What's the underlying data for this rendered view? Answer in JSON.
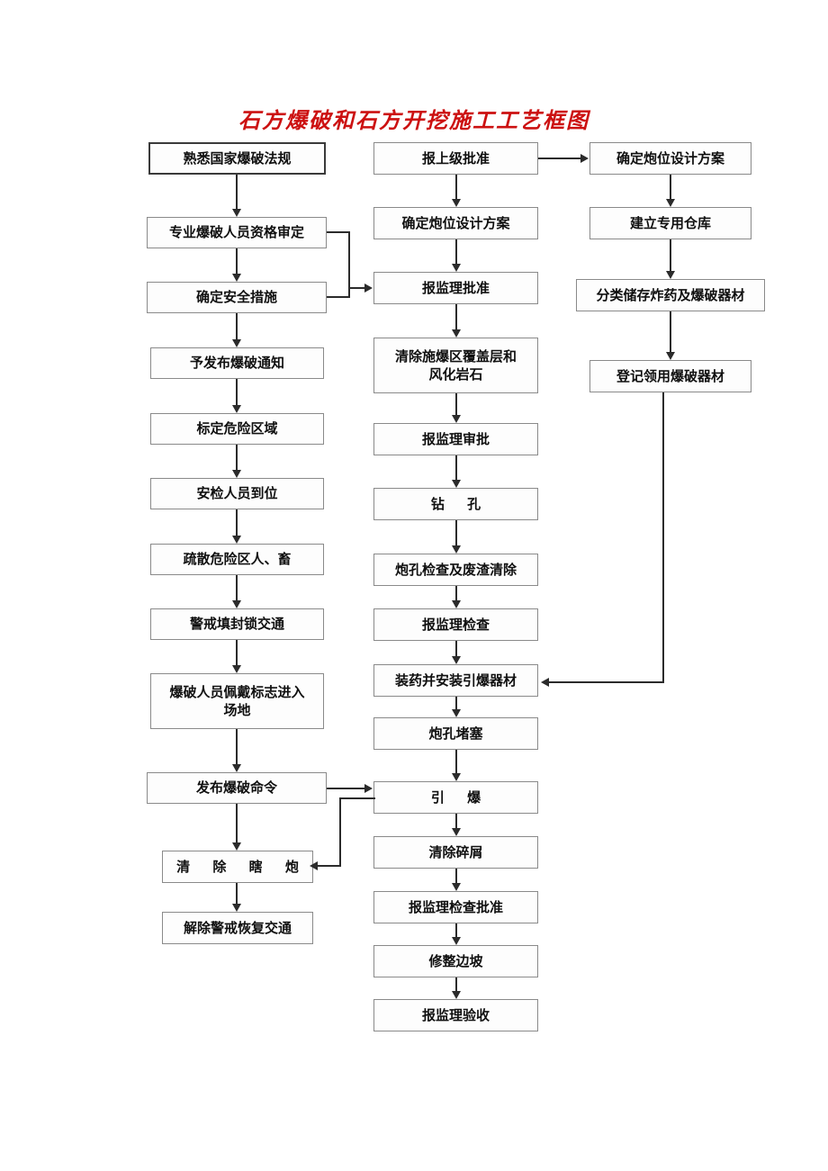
{
  "title": "石方爆破和石方开挖施工工艺框图",
  "accent_color": "#cc1111",
  "box_border_color": "#8a8a8a",
  "line_color": "#2b2b2b",
  "columns": {
    "left": {
      "name": "爆破安全准备流程",
      "nodes": [
        {
          "id": "l1",
          "label": "熟悉国家爆破法规"
        },
        {
          "id": "l2",
          "label": "专业爆破人员资格审定"
        },
        {
          "id": "l3",
          "label": "确定安全措施"
        },
        {
          "id": "l4",
          "label": "予发布爆破通知"
        },
        {
          "id": "l5",
          "label": "标定危险区域"
        },
        {
          "id": "l6",
          "label": "安检人员到位"
        },
        {
          "id": "l7",
          "label": "疏散危险区人、畜"
        },
        {
          "id": "l8",
          "label": "警戒填封锁交通"
        },
        {
          "id": "l9",
          "label": "爆破人员佩戴标志进入\n场地"
        },
        {
          "id": "l10",
          "label": "发布爆破命令"
        },
        {
          "id": "l11",
          "label": "清 除 瞎 炮"
        },
        {
          "id": "l12",
          "label": "解除警戒恢复交通"
        }
      ]
    },
    "middle": {
      "name": "钻孔爆破施工流程",
      "nodes": [
        {
          "id": "m1",
          "label": "报上级批准"
        },
        {
          "id": "m2",
          "label": "确定炮位设计方案"
        },
        {
          "id": "m3",
          "label": "报监理批准"
        },
        {
          "id": "m4",
          "label": "清除施爆区覆盖层和\n风化岩石"
        },
        {
          "id": "m5",
          "label": "报监理审批"
        },
        {
          "id": "m6",
          "label": "钻    孔"
        },
        {
          "id": "m7",
          "label": "炮孔检查及废渣清除"
        },
        {
          "id": "m8",
          "label": "报监理检查"
        },
        {
          "id": "m9",
          "label": "装药并安装引爆器材"
        },
        {
          "id": "m10",
          "label": "炮孔堵塞"
        },
        {
          "id": "m11",
          "label": "引    爆"
        },
        {
          "id": "m12",
          "label": "清除碎屑"
        },
        {
          "id": "m13",
          "label": "报监理检查批准"
        },
        {
          "id": "m14",
          "label": "修整边坡"
        },
        {
          "id": "m15",
          "label": "报监理验收"
        }
      ]
    },
    "right": {
      "name": "爆破器材管理流程",
      "nodes": [
        {
          "id": "r1",
          "label": "确定炮位设计方案"
        },
        {
          "id": "r2",
          "label": "建立专用仓库"
        },
        {
          "id": "r3",
          "label": "分类储存炸药及爆破器材"
        },
        {
          "id": "r4",
          "label": "登记领用爆破器材"
        }
      ]
    }
  },
  "connectors": [
    {
      "from": "l1",
      "to": "l2",
      "kind": "down"
    },
    {
      "from": "l2",
      "to": "l3",
      "kind": "down"
    },
    {
      "from": "l3",
      "to": "l4",
      "kind": "down"
    },
    {
      "from": "l4",
      "to": "l5",
      "kind": "down"
    },
    {
      "from": "l5",
      "to": "l6",
      "kind": "down"
    },
    {
      "from": "l6",
      "to": "l7",
      "kind": "down"
    },
    {
      "from": "l7",
      "to": "l8",
      "kind": "down"
    },
    {
      "from": "l8",
      "to": "l9",
      "kind": "down"
    },
    {
      "from": "l9",
      "to": "l10",
      "kind": "down"
    },
    {
      "from": "l10",
      "to": "l11",
      "kind": "down"
    },
    {
      "from": "l11",
      "to": "l12",
      "kind": "down"
    },
    {
      "from": "l2",
      "to": "m3",
      "kind": "elbow-right"
    },
    {
      "from": "l3",
      "to": "m3",
      "kind": "elbow-right"
    },
    {
      "from": "l10",
      "to": "m11",
      "kind": "right"
    },
    {
      "from": "m11",
      "to": "l11",
      "kind": "elbow-left"
    },
    {
      "from": "m1",
      "to": "m2",
      "kind": "down"
    },
    {
      "from": "m2",
      "to": "m3",
      "kind": "down"
    },
    {
      "from": "m3",
      "to": "m4",
      "kind": "down"
    },
    {
      "from": "m4",
      "to": "m5",
      "kind": "down"
    },
    {
      "from": "m5",
      "to": "m6",
      "kind": "down"
    },
    {
      "from": "m6",
      "to": "m7",
      "kind": "down"
    },
    {
      "from": "m7",
      "to": "m8",
      "kind": "down"
    },
    {
      "from": "m8",
      "to": "m9",
      "kind": "down"
    },
    {
      "from": "m9",
      "to": "m10",
      "kind": "down"
    },
    {
      "from": "m10",
      "to": "m11",
      "kind": "down"
    },
    {
      "from": "m11",
      "to": "m12",
      "kind": "down"
    },
    {
      "from": "m12",
      "to": "m13",
      "kind": "down"
    },
    {
      "from": "m13",
      "to": "m14",
      "kind": "down"
    },
    {
      "from": "m14",
      "to": "m15",
      "kind": "down"
    },
    {
      "from": "m1",
      "to": "r1",
      "kind": "right"
    },
    {
      "from": "r1",
      "to": "r2",
      "kind": "down"
    },
    {
      "from": "r2",
      "to": "r3",
      "kind": "down"
    },
    {
      "from": "r3",
      "to": "r4",
      "kind": "down"
    },
    {
      "from": "r4",
      "to": "m9",
      "kind": "elbow-left"
    }
  ]
}
